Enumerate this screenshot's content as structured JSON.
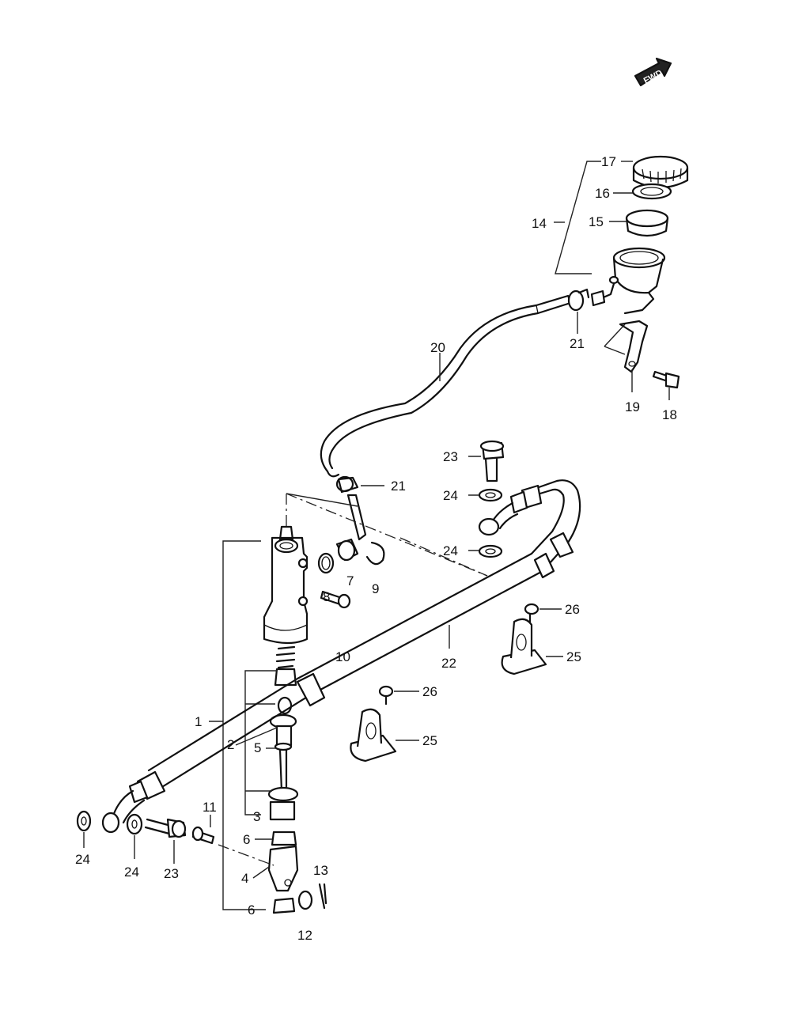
{
  "fwd_label": "FWD",
  "callouts": [
    "1",
    "2",
    "3",
    "4",
    "5",
    "6",
    "6",
    "7",
    "8",
    "9",
    "10",
    "11",
    "12",
    "13",
    "14",
    "15",
    "16",
    "17",
    "18",
    "19",
    "20",
    "21",
    "21",
    "22",
    "23",
    "23",
    "24",
    "24",
    "24",
    "24",
    "25",
    "25",
    "26",
    "26"
  ]
}
